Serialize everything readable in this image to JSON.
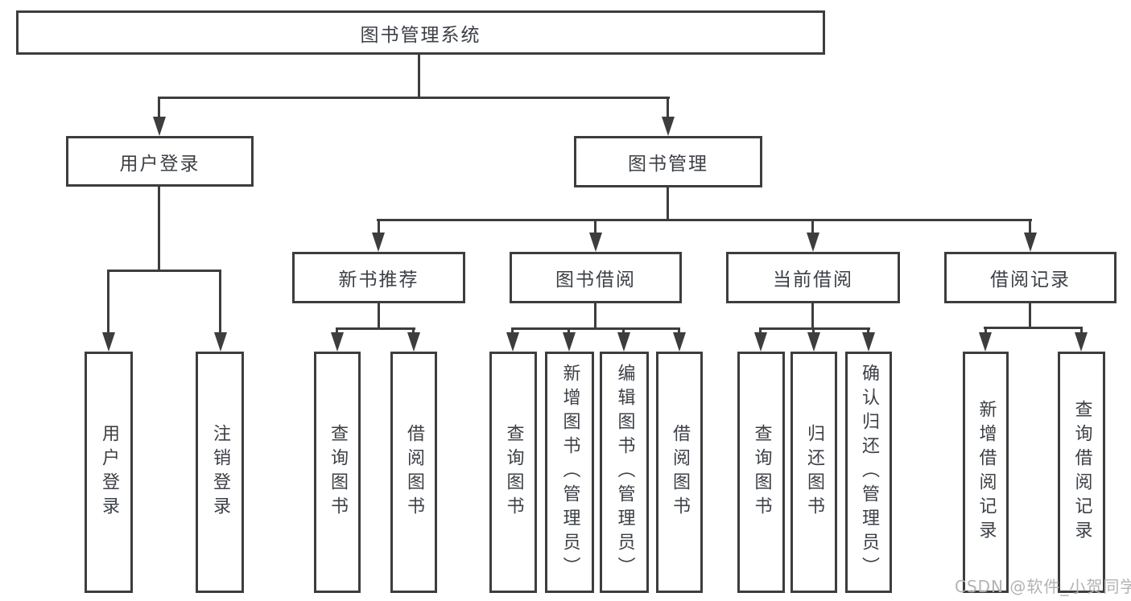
{
  "tree": {
    "root": {
      "label": "图书管理系统"
    },
    "level2": [
      {
        "label": "用户登录"
      },
      {
        "label": "图书管理"
      }
    ],
    "level3": [
      {
        "label": "新书推荐"
      },
      {
        "label": "图书借阅"
      },
      {
        "label": "当前借阅"
      },
      {
        "label": "借阅记录"
      }
    ],
    "leaves": {
      "user": [
        "用户登录",
        "注销登录"
      ],
      "new_books": [
        "查询图书",
        "借阅图书"
      ],
      "book_borrow": [
        "查询图书",
        "新增图书（管理员）",
        "编辑图书（管理员）",
        "借阅图书"
      ],
      "current_borrow": [
        "查询图书",
        "归还图书",
        "确认归还（管理员）"
      ],
      "borrow_records": [
        "新增借阅记录",
        "查询借阅记录"
      ]
    }
  },
  "watermark": "CSDN @软件_小贺同学",
  "colors": {
    "line": "#3d3d3d",
    "text": "#3c4046",
    "watermark": "#b3b3b3",
    "background": "#ffffff"
  }
}
